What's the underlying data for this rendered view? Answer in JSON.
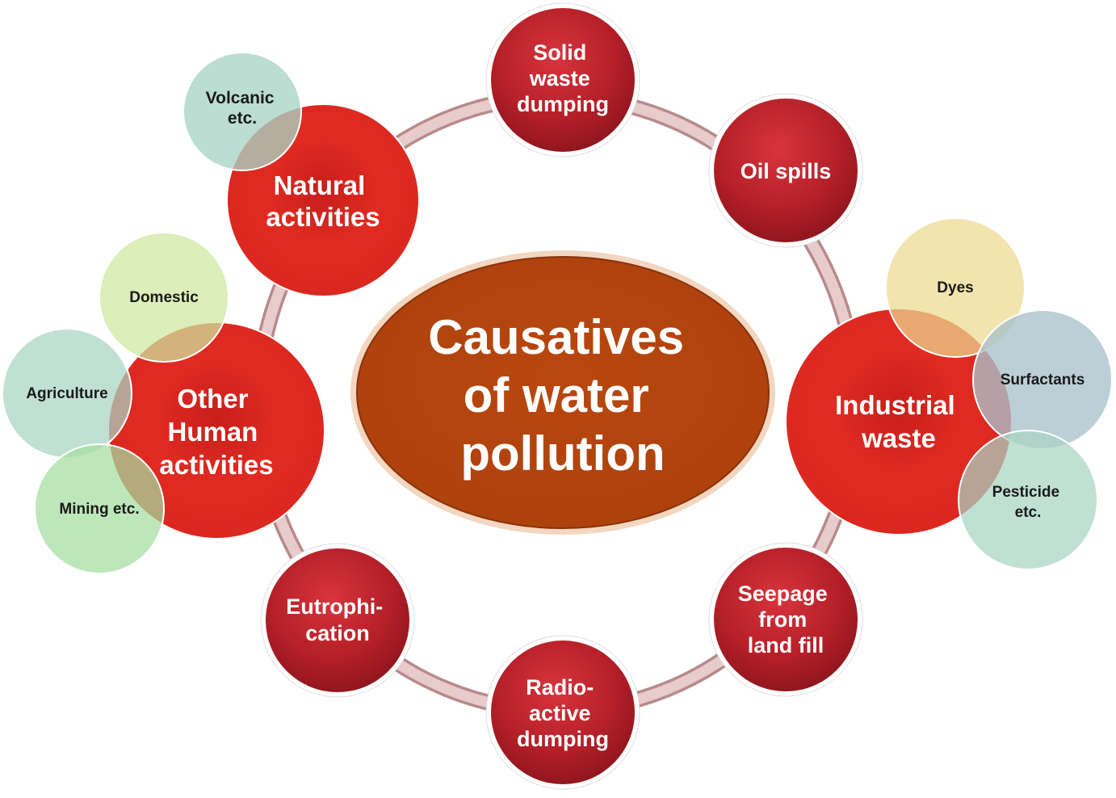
{
  "center": {
    "lines": [
      "Causatives",
      "of water",
      "pollution"
    ]
  },
  "ring_nodes": {
    "solid_waste": {
      "lines": [
        "Solid",
        "waste",
        "dumping"
      ]
    },
    "oil_spills": {
      "lines": [
        "Oil spills"
      ]
    },
    "seepage": {
      "lines": [
        "Seepage",
        "from",
        "land fill"
      ]
    },
    "radioactive": {
      "lines": [
        "Radio-",
        "active",
        "dumping"
      ]
    },
    "eutrophication": {
      "lines": [
        "Eutrophi-",
        "cation"
      ]
    }
  },
  "major_nodes": {
    "natural": {
      "lines": [
        "Natural",
        "activities"
      ]
    },
    "human": {
      "lines": [
        "Other",
        "Human",
        "activities"
      ]
    },
    "industrial": {
      "lines": [
        "Industrial",
        "waste"
      ]
    }
  },
  "sub_nodes": {
    "volcanic": {
      "lines": [
        "Volcanic",
        "etc."
      ],
      "color": "#a9d4c4"
    },
    "domestic": {
      "lines": [
        "Domestic"
      ],
      "color": "#cfe8a0"
    },
    "agriculture": {
      "lines": [
        "Agriculture"
      ],
      "color": "#a9d4c4"
    },
    "mining": {
      "lines": [
        "Mining etc."
      ],
      "color": "#a4dea0"
    },
    "dyes": {
      "lines": [
        "Dyes"
      ],
      "color": "#ecd98f"
    },
    "surfactants": {
      "lines": [
        "Surfactants"
      ],
      "color": "#a9c1cc"
    },
    "pesticide": {
      "lines": [
        "Pesticide",
        "etc."
      ],
      "color": "#a9d4c4"
    }
  },
  "colors": {
    "center_fill": "#b5460f",
    "ring_node": "#b8202a",
    "major_node": "#dc2a20",
    "ring_track": "#d4a6a6"
  }
}
